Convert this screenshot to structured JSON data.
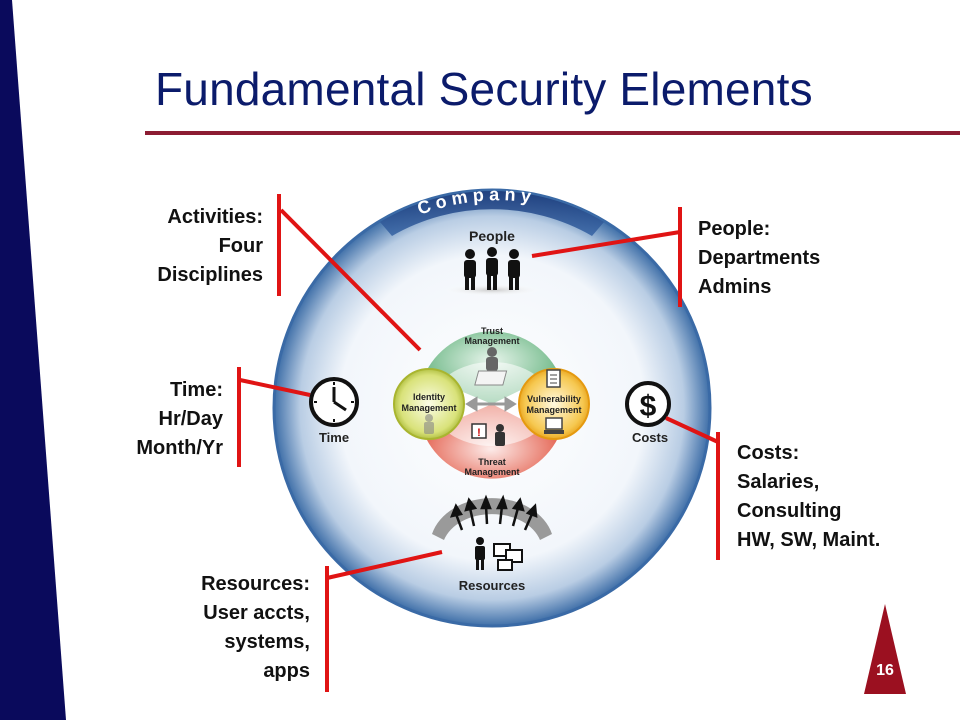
{
  "slide": {
    "title": "Fundamental Security Elements",
    "page_number": "16",
    "colors": {
      "title": "#0b1b6b",
      "rule": "#8c1c32",
      "callout_lines": "#e01414",
      "side_band": "#0a0a5c",
      "badge": "#9b1020"
    }
  },
  "diagram": {
    "company_label": "Company",
    "people_label": "People",
    "time_label": "Time",
    "costs_label": "Costs",
    "resources_label": "Resources",
    "center": {
      "trust": [
        "Trust",
        "Management"
      ],
      "identity": [
        "Identity",
        "Management"
      ],
      "vulnerability": [
        "Vulnerability",
        "Management"
      ],
      "threat": [
        "Threat",
        "Management"
      ]
    },
    "icons": [
      "people-icon",
      "clock-icon",
      "dollar-icon",
      "resources-icon"
    ]
  },
  "callouts": {
    "activities": [
      "Activities:",
      "Four",
      "Disciplines"
    ],
    "people": [
      "People:",
      "Departments",
      "Admins"
    ],
    "time": [
      "Time:",
      "Hr/Day",
      "Month/Yr"
    ],
    "costs": [
      "Costs:",
      "Salaries,",
      "Consulting",
      "HW, SW, Maint."
    ],
    "resources": [
      "Resources:",
      "User accts,",
      "systems,",
      "apps"
    ]
  }
}
